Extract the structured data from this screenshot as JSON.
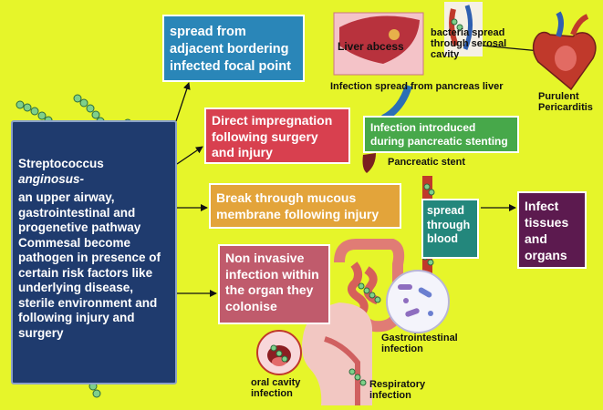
{
  "main_box": {
    "line1": "Streptococcus",
    "line2": "anginosus-",
    "line3": "an upper airway, gastrointestinal and progenetive pathway Commesal become pathogen in presence of certain risk factors like underlying  disease, sterile environment and following injury and surgery"
  },
  "boxes": {
    "spread_adjacent": "spread from adjacent bordering infected focal point",
    "direct_impregnation": "Direct impregnation following surgery and injury",
    "break_through": "Break through mucous membrane following injury",
    "non_invasive": "Non invasive infection within the organ they colonise",
    "stenting": "Infection introduced during pancreatic stenting",
    "spread_blood": "spread through blood",
    "infect_tissues": "Infect tissues and organs"
  },
  "labels": {
    "liver_abscess": "Liver abcess",
    "bacteria_spread": "bacteria spread through serosal cavity",
    "purulent_pericarditis": "Purulent Pericarditis",
    "pancreas_liver": "Infection spread from pancreas liver",
    "pancreatic_stent": "Pancreatic stent",
    "gi_infection": "Gastrointestinal infection",
    "oral_cavity": "oral cavity infection",
    "respiratory": "Respiratory infection"
  },
  "colors": {
    "background": "#e6f52a",
    "main_box": "#1f3b6e",
    "spread_adjacent": "#2a86b8",
    "direct_impregnation": "#d8404f",
    "break_through": "#e3a43a",
    "non_invasive": "#c05b6c",
    "stenting": "#47a84a",
    "spread_blood": "#23877c",
    "infect_tissues": "#5c1a4f",
    "bacteria": "#7fd08a"
  }
}
